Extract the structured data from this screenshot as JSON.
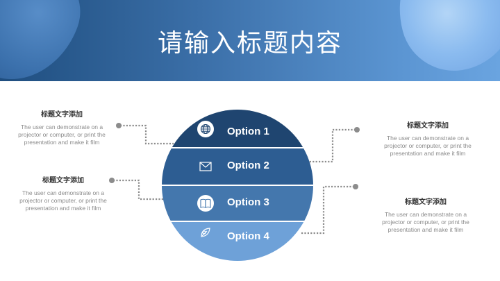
{
  "slide": {
    "title": "请输入标题内容"
  },
  "options": [
    {
      "label": "Option 1",
      "icon": "globe-icon"
    },
    {
      "label": "Option 2",
      "icon": "mail-icon"
    },
    {
      "label": "Option 3",
      "icon": "book-icon"
    },
    {
      "label": "Option 4",
      "icon": "leaf-icon"
    }
  ],
  "blocks": [
    {
      "title": "标题文字添加",
      "desc_line1": "The user can demonstrate on a",
      "desc_line2": "projector or computer, or print the",
      "desc_line3": "presentation and make it film"
    },
    {
      "title": "标题文字添加",
      "desc_line1": "The user can demonstrate on a",
      "desc_line2": "projector or computer, or print the",
      "desc_line3": "presentation and make it film"
    },
    {
      "title": "标题文字添加",
      "desc_line1": "The user can demonstrate on a",
      "desc_line2": "projector or computer, or print the",
      "desc_line3": "presentation and make it film"
    },
    {
      "title": "标题文字添加",
      "desc_line1": "The user can demonstrate on a",
      "desc_line2": "projector or computer, or print the",
      "desc_line3": "presentation and make it film"
    }
  ],
  "colors": {
    "band1": "#1f4570",
    "band2": "#2d5d92",
    "band3": "#4477ad",
    "band4": "#6ea1d8",
    "connector": "#8c8c8c"
  }
}
